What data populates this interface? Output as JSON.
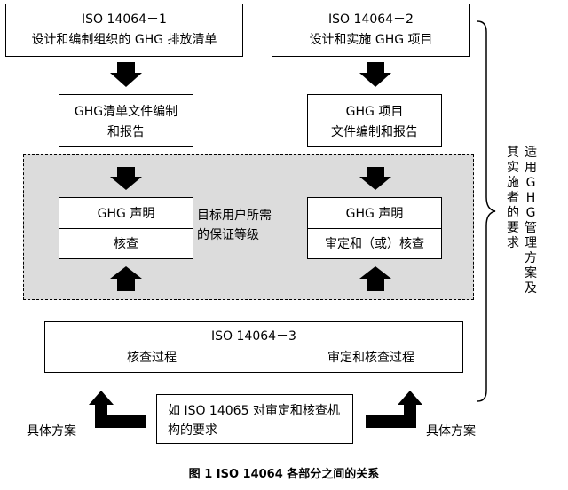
{
  "boxes": {
    "iso1": {
      "line1": "ISO 14064－1",
      "line2": "设计和编制组织的 GHG 排放清单"
    },
    "iso2": {
      "line1": "ISO 14064－2",
      "line2": "设计和实施 GHG 项目"
    },
    "left_doc": {
      "line1": "GHG清单文件编制",
      "line2": "和报告"
    },
    "right_doc": {
      "line1": "GHG 项目",
      "line2": "文件编制和报告"
    },
    "left_decl": {
      "top": "GHG 声明",
      "bottom": "核查"
    },
    "right_decl": {
      "top": "GHG 声明",
      "bottom": "审定和（或）核查"
    },
    "iso3": {
      "line1": "ISO 14064－3",
      "left": "核查过程",
      "right": "审定和核查过程"
    },
    "iso14065": {
      "line1": "如 ISO  14065 对审定和核查机",
      "line2": "构的要求"
    }
  },
  "middle_text": {
    "line1": "目标用户所需",
    "line2": "的保证等级"
  },
  "side_label": {
    "col1": "适用GHG管理方案及",
    "col2": "其实施者的要求"
  },
  "specific_left": "具体方案",
  "specific_right": "具体方案",
  "caption": "图 1 ISO 14064 各部分之间的关系"
}
